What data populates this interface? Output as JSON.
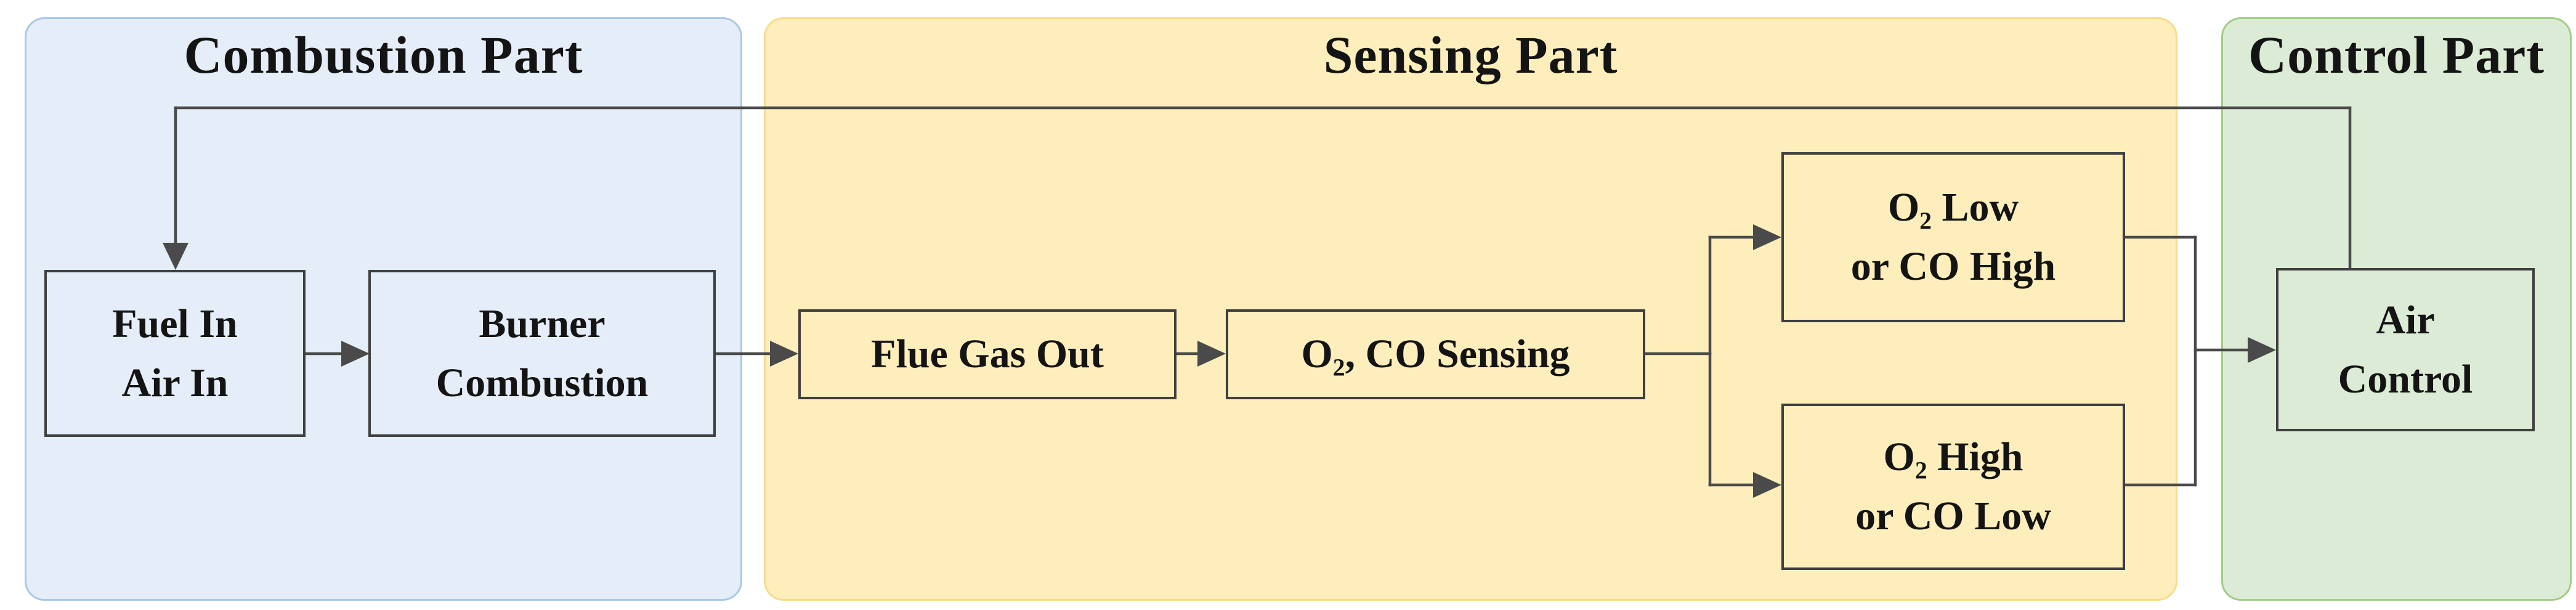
{
  "figure": {
    "type": "block-diagram",
    "description": "Combustion air-control feedback loop diagram"
  },
  "colors": {
    "background": "#ffffff",
    "combustion_fill": "#e5eef8",
    "combustion_border": "#a9c7e8",
    "sensing_fill": "#fdeebb",
    "sensing_border": "#f6dc8e",
    "control_fill": "#dcebd5",
    "control_border": "#a2cd86",
    "line": "#4a4a4a",
    "box_border": "#3f3f3f",
    "text": "#141414"
  },
  "panels": {
    "combustion": {
      "title": "Combustion Part"
    },
    "sensing": {
      "title": "Sensing Part"
    },
    "control": {
      "title": "Control Part"
    }
  },
  "nodes": {
    "fuel": {
      "label": "Fuel In\nAir In"
    },
    "burner": {
      "label": "Burner\nCombustion"
    },
    "flue": {
      "label": "Flue Gas Out"
    },
    "sensing": {
      "label": "O₂, CO Sensing"
    },
    "o2low": {
      "label": "O₂ Low\nor CO High"
    },
    "o2high": {
      "label": "O₂ High\nor CO Low"
    },
    "air": {
      "label": "Air\nControl"
    }
  }
}
